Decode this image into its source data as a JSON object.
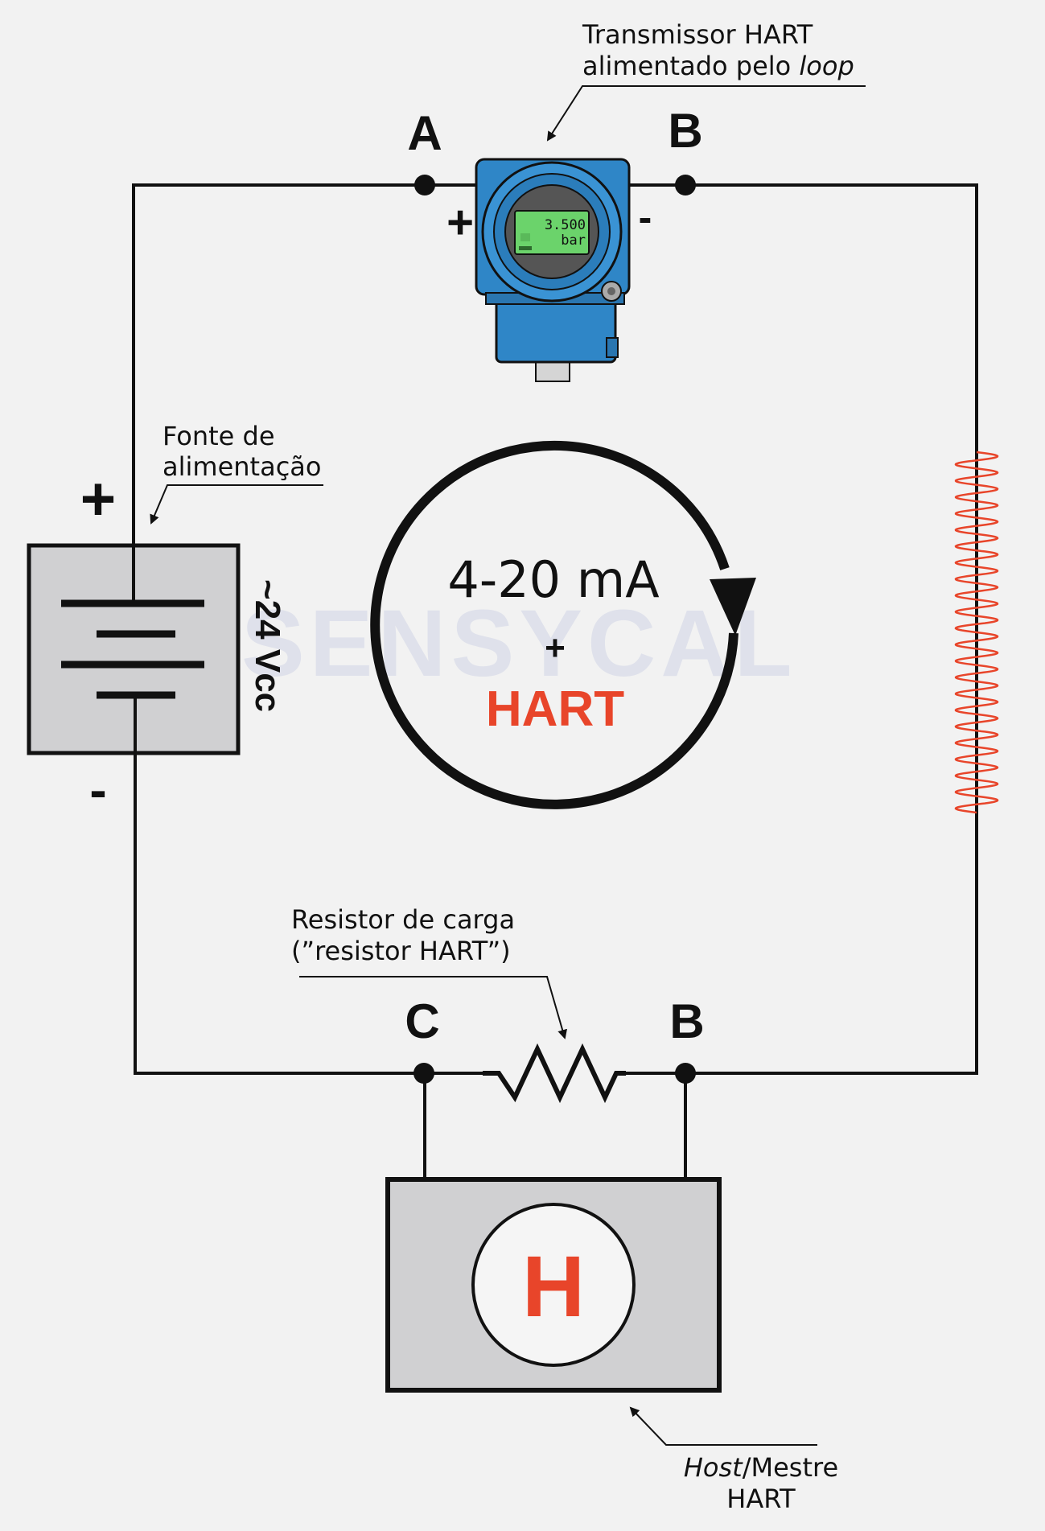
{
  "colors": {
    "background": "#f2f2f2",
    "wire": "#111111",
    "accent_red": "#e8452a",
    "transmitter_blue": "#2f86c7",
    "lcd_green": "#6bd36b",
    "box_gray": "#d0d0d2",
    "watermark": "#dcdfea"
  },
  "transmitter": {
    "label_line1": "Transmissor HART",
    "label_line2_prefix": "alimentado pelo ",
    "label_line2_italic": "loop",
    "terminal_a": "A",
    "terminal_b": "B",
    "plus": "+",
    "minus": "-",
    "display_value": "3.500",
    "display_unit": "bar"
  },
  "power_supply": {
    "label_line1": "Fonte de",
    "label_line2": "alimentação",
    "plus": "+",
    "minus": "-",
    "voltage": "~24 Vcc"
  },
  "loop": {
    "signal": "4-20 mA",
    "plus": "+",
    "protocol": "HART"
  },
  "watermark": "SENSYCAL",
  "resistor": {
    "label_line1": "Resistor de carga",
    "label_line2": "(”resistor HART”)",
    "terminal_c": "C",
    "terminal_b": "B"
  },
  "host": {
    "symbol": "H",
    "label_italic": "Host",
    "label_rest": "/Mestre",
    "label_line2": "HART"
  }
}
